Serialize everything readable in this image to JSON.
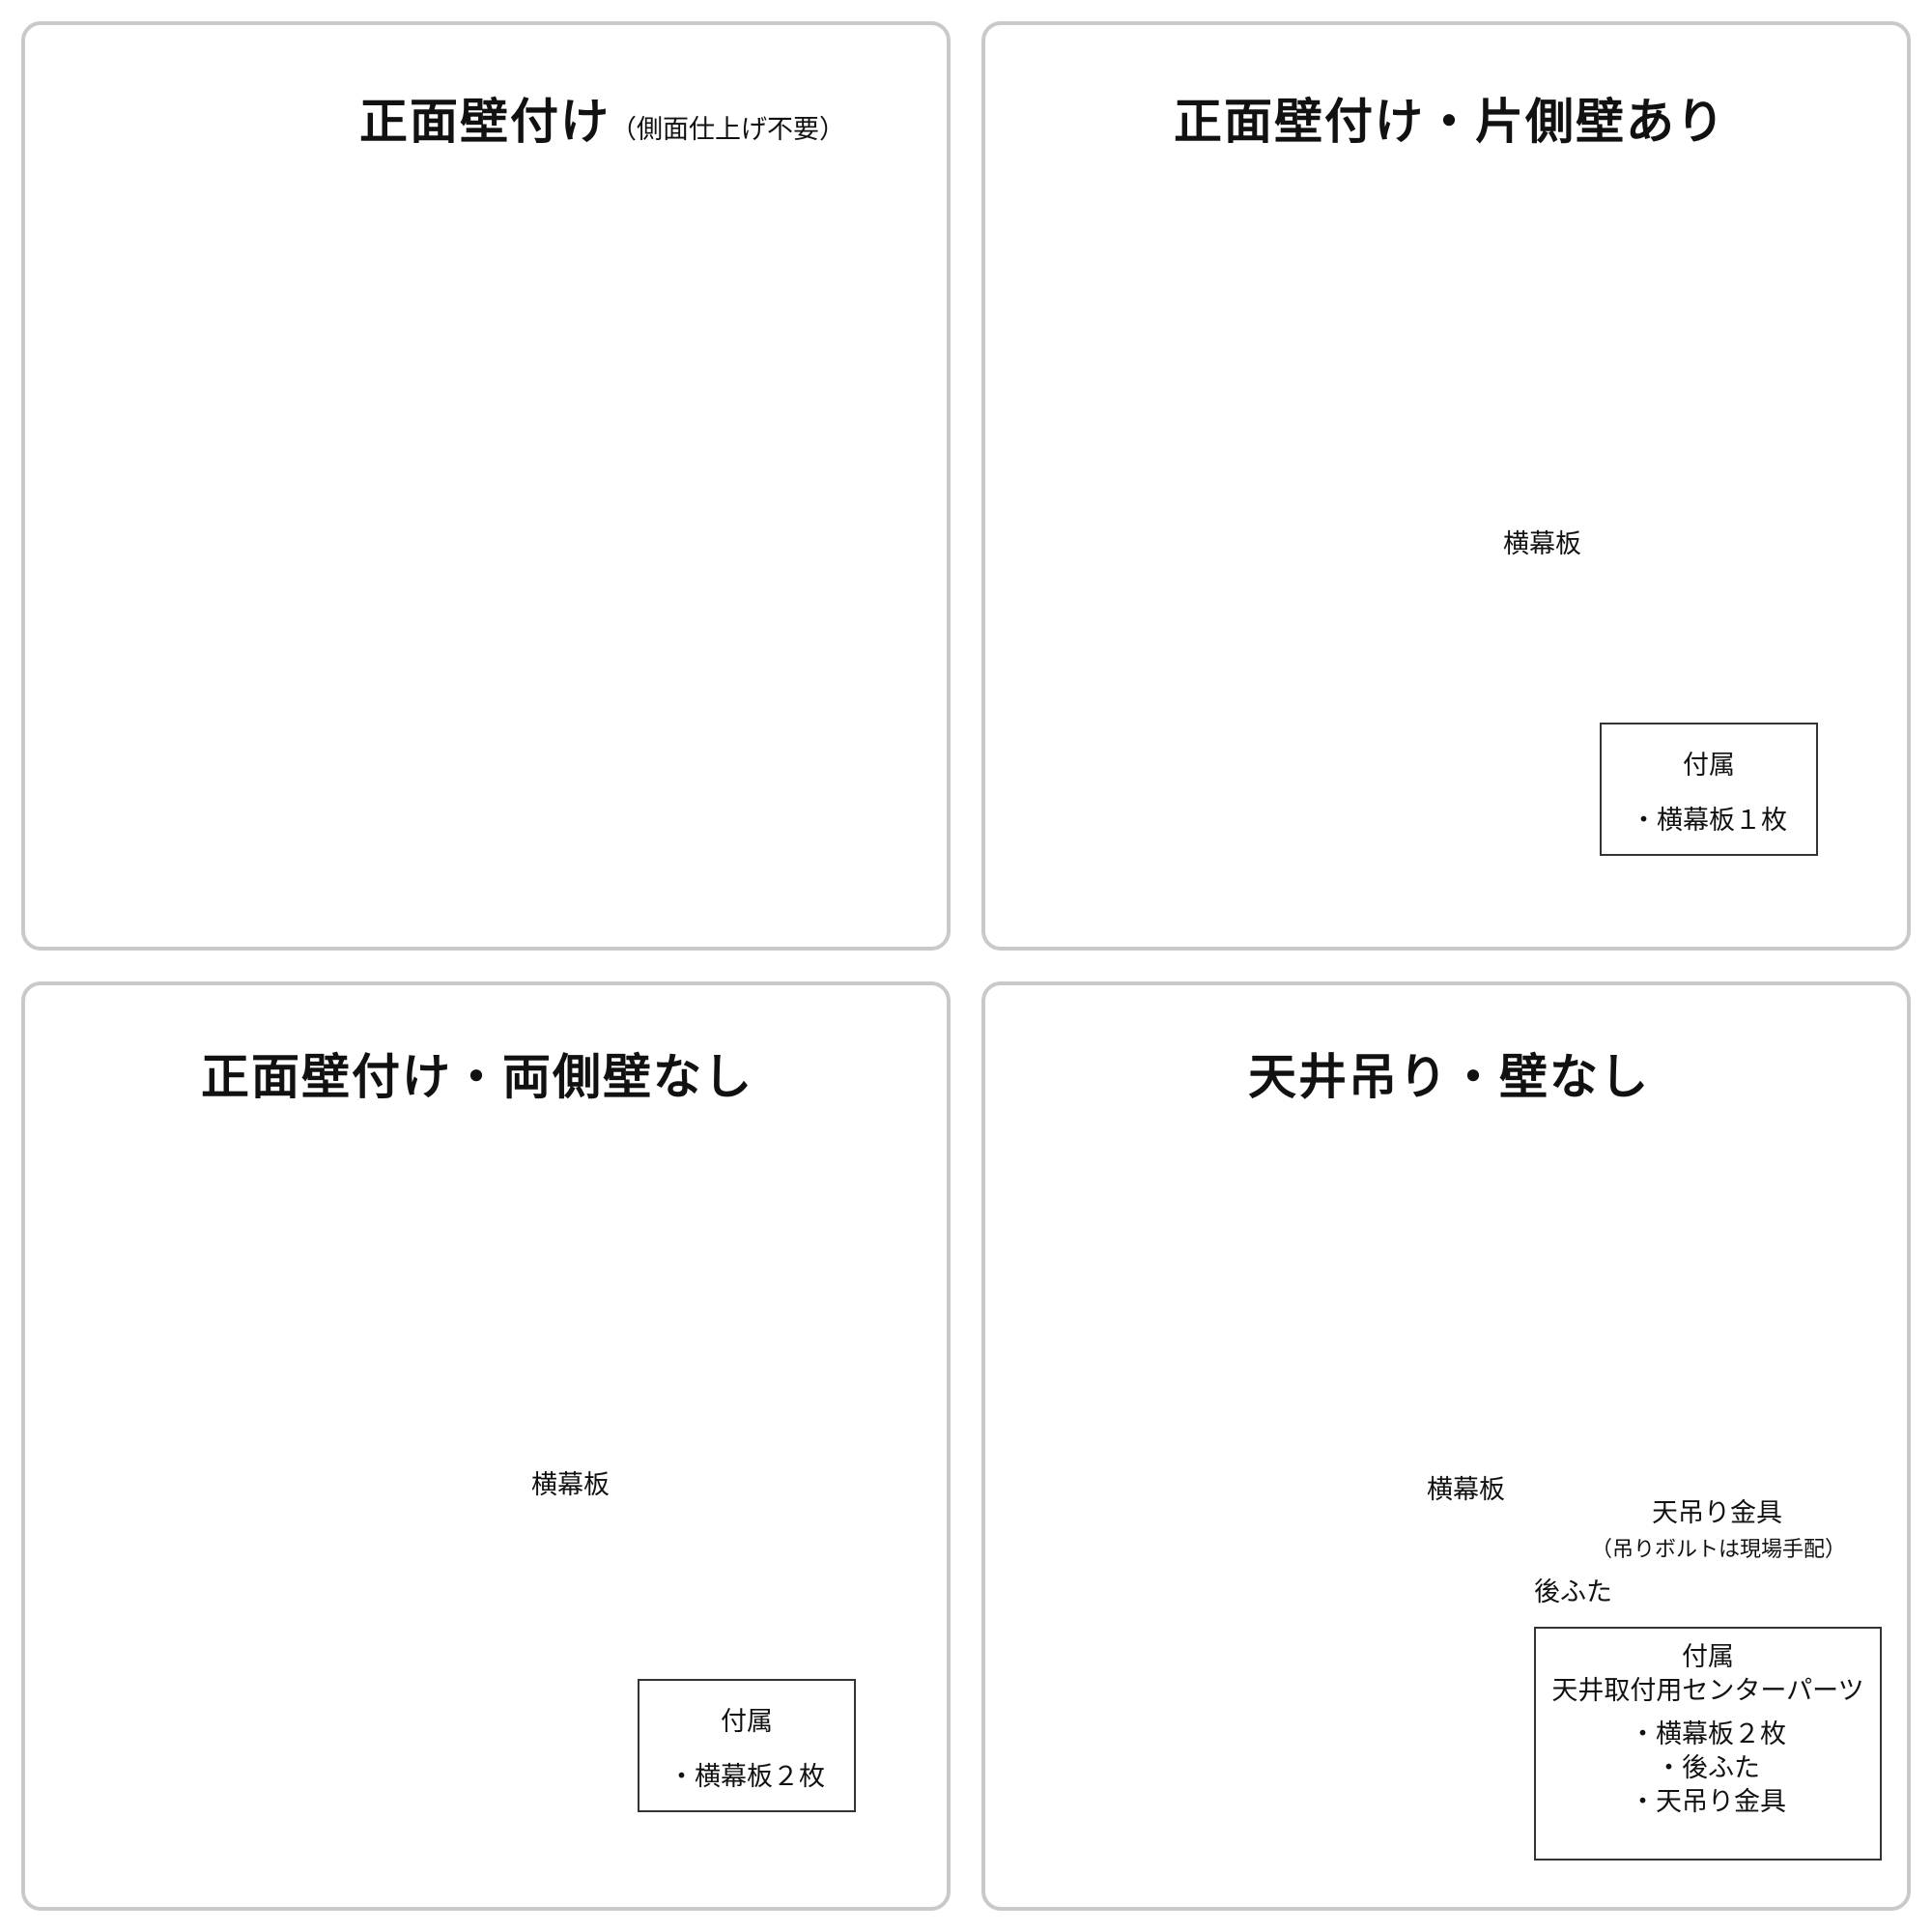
{
  "panels": {
    "p1": {
      "title": "正面壁付け",
      "subtitle": "（側面仕上げ不要）"
    },
    "p2": {
      "title": "正面壁付け・片側壁あり",
      "part_label": "横幕板",
      "box": {
        "heading": "付属",
        "item": "・横幕板１枚"
      }
    },
    "p3": {
      "title": "正面壁付け・両側壁なし",
      "part_label": "横幕板",
      "box": {
        "heading": "付属",
        "item": "・横幕板２枚"
      }
    },
    "p4": {
      "title": "天井吊り・壁なし",
      "part_label": "横幕板",
      "bracket_label": "天吊り金具",
      "bracket_note": "（吊りボルトは現場手配）",
      "back_cover_label": "後ふた",
      "box": {
        "heading": "付属",
        "subheading": "天井取付用センターパーツ",
        "items": [
          "・横幕板２枚",
          "・後ふた",
          "・天吊り金具"
        ]
      }
    }
  },
  "colors": {
    "panel_border": "#c9c9c9",
    "hood_body": "#f4f4f4",
    "duct_gray": "#aaaaaa",
    "steel_panel": "#bdbdbd",
    "line": "#111111"
  }
}
